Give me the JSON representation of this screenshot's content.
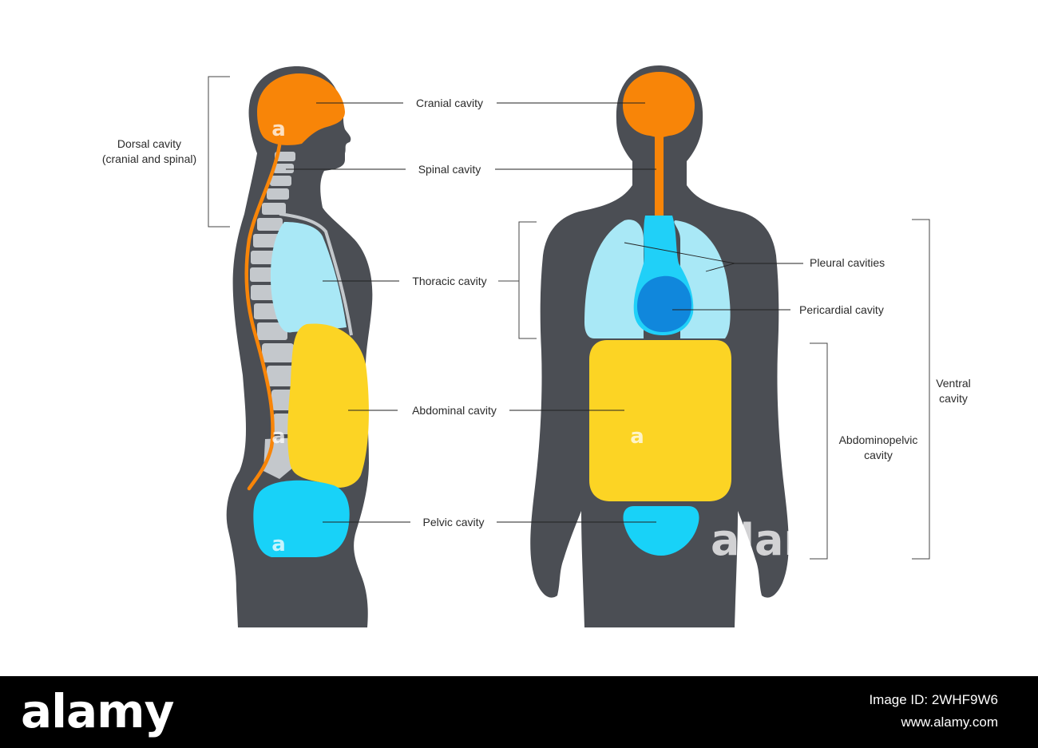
{
  "labels": {
    "dorsal_line1": "Dorsal cavity",
    "dorsal_line2": "(cranial and spinal)",
    "cranial": "Cranial cavity",
    "spinal": "Spinal cavity",
    "thoracic": "Thoracic cavity",
    "abdominal": "Abdominal cavity",
    "pelvic": "Pelvic cavity",
    "pleural": "Pleural cavities",
    "pericardial": "Pericardial cavity",
    "ventral_line1": "Ventral",
    "ventral_line2": "cavity",
    "abdominopelvic_line1": "Abdominopelvic",
    "abdominopelvic_line2": "cavity"
  },
  "colors": {
    "body": "#4b4e54",
    "cranial": "#f88508",
    "spine_bone": "#c4c8cc",
    "thoracic": "#a9e8f6",
    "abdominal": "#fcd424",
    "pelvic": "#18d2f8",
    "pericardial": "#1087dc",
    "mediastinum": "#20d0f8",
    "footer_bg": "#000000"
  },
  "watermark": {
    "small": "a",
    "large": "alamy"
  },
  "footer": {
    "logo": "alamy",
    "image_id": "Image ID: 2WHF9W6",
    "url": "www.alamy.com"
  }
}
